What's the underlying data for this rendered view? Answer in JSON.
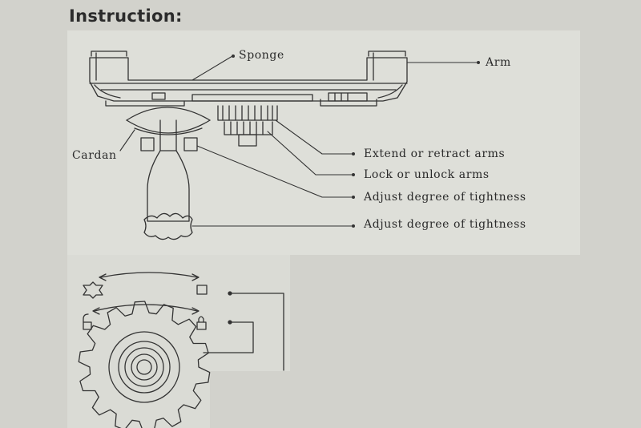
{
  "heading": "Instruction:",
  "labels": {
    "sponge": "Sponge",
    "arm": "Arm",
    "cardan": "Cardan",
    "extend": "Extend or retract arms",
    "lock": "Lock or unlock arms",
    "tight1": "Adjust degree of tightness",
    "tight2": "Adjust degree of tightness"
  },
  "colors": {
    "background": "#d2d2cc",
    "panel": "#dedfd9",
    "ink": "#333333"
  },
  "icons": [
    "cross-arrows-icon",
    "square-icon",
    "unlock-icon",
    "lock-icon",
    "gear-icon",
    "double-arrow-icon"
  ]
}
